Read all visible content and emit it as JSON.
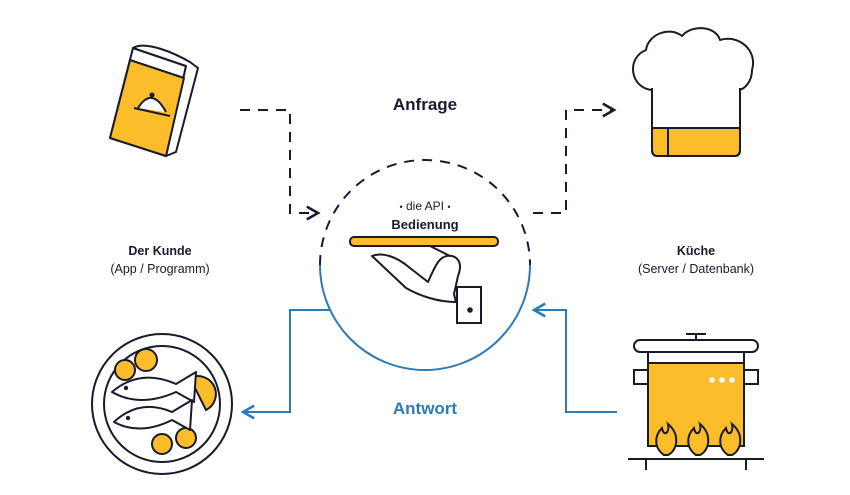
{
  "flow": {
    "request_label": "Anfrage",
    "response_label": "Antwort"
  },
  "api": {
    "small_label": "die API",
    "main_label": "Bedienung",
    "bullet": "•"
  },
  "client": {
    "title": "Der Kunde",
    "subtitle": "(App / Programm)"
  },
  "kitchen": {
    "title": "Küche",
    "subtitle": "(Server / Datenbank)"
  },
  "icons": {
    "menu": "menu-card-icon",
    "chef_hat": "chef-hat-icon",
    "fish_plate": "fish-plate-icon",
    "cooking_pot": "cooking-pot-icon",
    "waiter_hand": "waiter-hand-tray-icon"
  },
  "colors": {
    "accent_yellow": "#fbbd29",
    "outline": "#1a1a2e",
    "response_blue": "#2b7bb9"
  }
}
